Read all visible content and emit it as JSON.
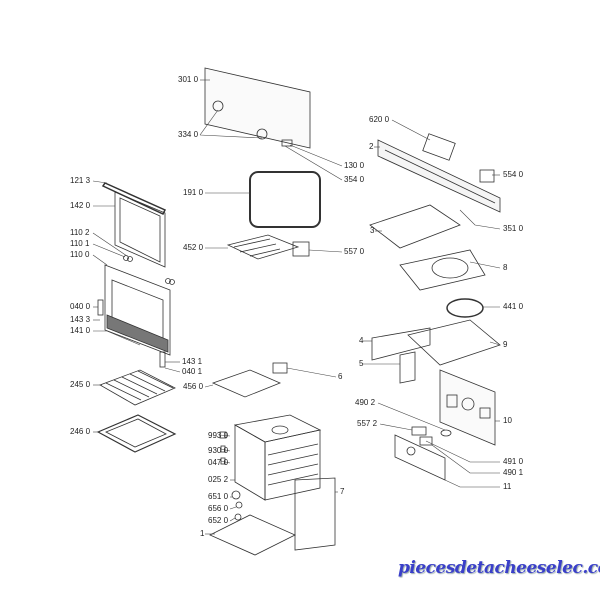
{
  "diagram": {
    "title": "Oven exploded parts diagram",
    "callouts": [
      {
        "id": "c3010",
        "text": "301 0"
      },
      {
        "id": "c3340",
        "text": "334 0"
      },
      {
        "id": "c1300",
        "text": "130 0"
      },
      {
        "id": "c3540",
        "text": "354 0"
      },
      {
        "id": "c6200",
        "text": "620 0"
      },
      {
        "id": "c2",
        "text": "2"
      },
      {
        "id": "c5540",
        "text": "554 0"
      },
      {
        "id": "c3",
        "text": "3"
      },
      {
        "id": "c3510",
        "text": "351 0"
      },
      {
        "id": "c1213",
        "text": "121 3"
      },
      {
        "id": "c1420",
        "text": "142 0"
      },
      {
        "id": "c1910",
        "text": "191 0"
      },
      {
        "id": "c1102",
        "text": "110 2"
      },
      {
        "id": "c1101",
        "text": "110 1"
      },
      {
        "id": "c1100",
        "text": "110 0"
      },
      {
        "id": "c4520",
        "text": "452 0"
      },
      {
        "id": "c5570",
        "text": "557 0"
      },
      {
        "id": "c8",
        "text": "8"
      },
      {
        "id": "c0400",
        "text": "040 0"
      },
      {
        "id": "c1433",
        "text": "143 3"
      },
      {
        "id": "c1410",
        "text": "141 0"
      },
      {
        "id": "c4410",
        "text": "441 0"
      },
      {
        "id": "c4",
        "text": "4"
      },
      {
        "id": "c5",
        "text": "5"
      },
      {
        "id": "c9",
        "text": "9"
      },
      {
        "id": "c1431",
        "text": "143 1"
      },
      {
        "id": "c0401",
        "text": "040 1"
      },
      {
        "id": "c2450",
        "text": "245 0"
      },
      {
        "id": "c4560",
        "text": "456 0"
      },
      {
        "id": "c6",
        "text": "6"
      },
      {
        "id": "c4902",
        "text": "490 2"
      },
      {
        "id": "c10",
        "text": "10"
      },
      {
        "id": "c2460",
        "text": "246 0"
      },
      {
        "id": "c5572",
        "text": "557 2"
      },
      {
        "id": "c9930",
        "text": "993 0"
      },
      {
        "id": "c9300",
        "text": "930 0"
      },
      {
        "id": "c0470",
        "text": "047 0"
      },
      {
        "id": "c4910",
        "text": "491 0"
      },
      {
        "id": "c4901",
        "text": "490 1"
      },
      {
        "id": "c11",
        "text": "11"
      },
      {
        "id": "c0252",
        "text": "025 2"
      },
      {
        "id": "c6510",
        "text": "651 0"
      },
      {
        "id": "c7",
        "text": "7"
      },
      {
        "id": "c6560",
        "text": "656 0"
      },
      {
        "id": "c6520",
        "text": "652 0"
      },
      {
        "id": "c1",
        "text": "1"
      }
    ]
  },
  "watermark": "piecesdetacheeselec.com"
}
